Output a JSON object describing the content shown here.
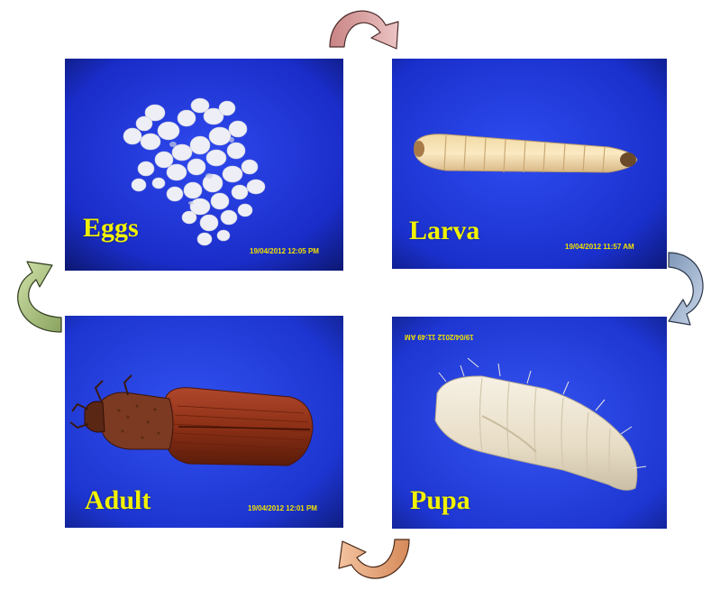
{
  "stages": {
    "eggs": {
      "label": "Eggs",
      "timestamp": "19/04/2012 12:05 PM"
    },
    "larva": {
      "label": "Larva",
      "timestamp": "19/04/2012 11:57 AM"
    },
    "pupa": {
      "label": "Pupa",
      "timestamp": "19/04/2012 11:49 AM"
    },
    "adult": {
      "label": "Adult",
      "timestamp": "19/04/2012 12:01 PM"
    }
  },
  "colors": {
    "label": "#f2f200",
    "timestamp": "#f0e000",
    "background_blue": "#1b2fd6",
    "arrow_top": "#d9a0a0",
    "arrow_right": "#9db0cc",
    "arrow_bottom": "#e6ab86",
    "arrow_left": "#b9cc94"
  }
}
